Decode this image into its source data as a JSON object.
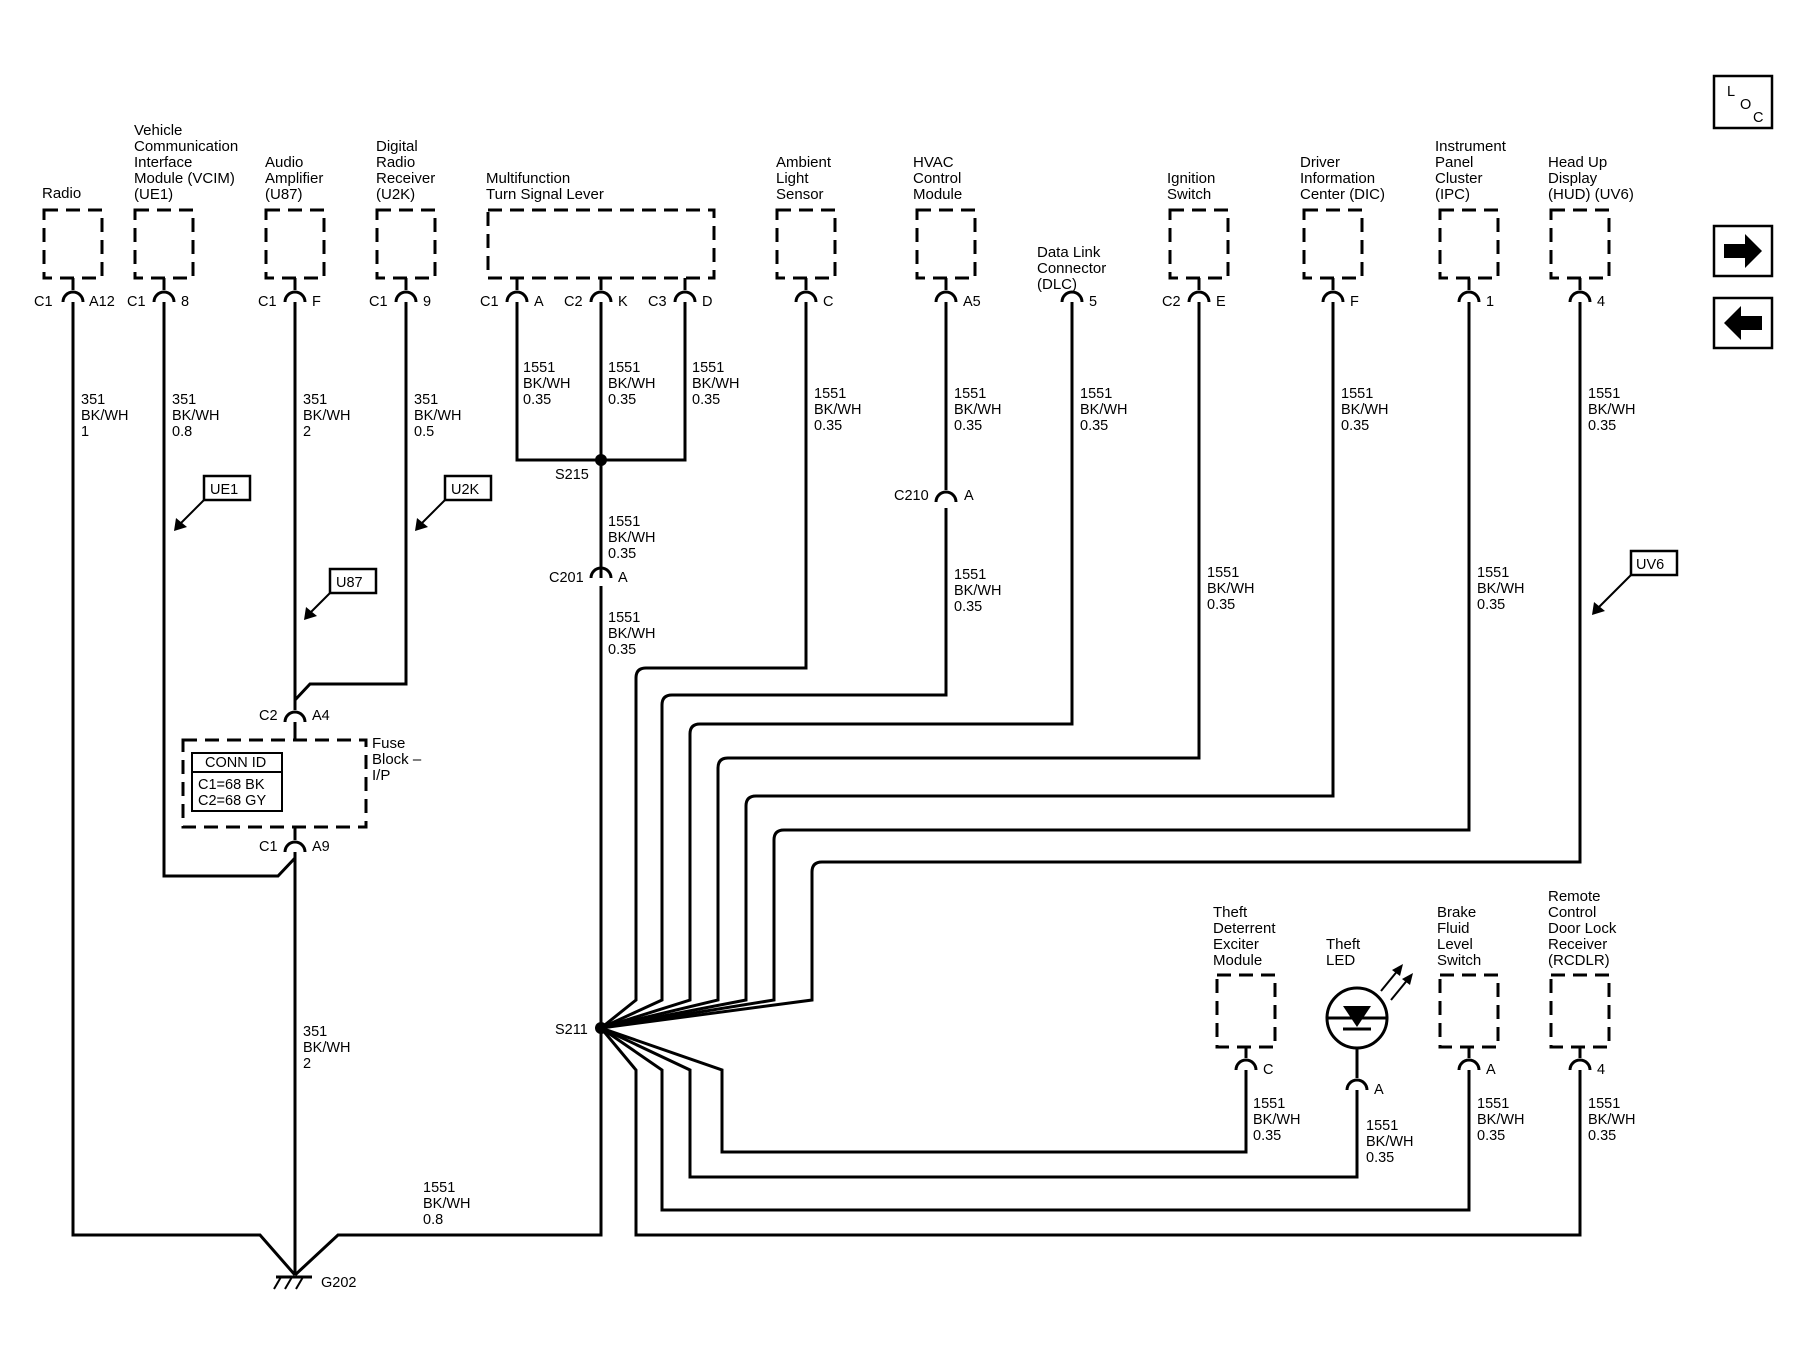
{
  "components": {
    "radio": [
      "Radio"
    ],
    "vcim": [
      "Vehicle",
      "Communication",
      "Interface",
      "Module (VCIM)",
      "(UE1)"
    ],
    "amp": [
      "Audio",
      "Amplifier",
      "(U87)"
    ],
    "drr": [
      "Digital",
      "Radio",
      "Receiver",
      "(U2K)"
    ],
    "mtsl": [
      "Multifunction",
      "Turn Signal Lever"
    ],
    "als": [
      "Ambient",
      "Light",
      "Sensor"
    ],
    "hvac": [
      "HVAC",
      "Control",
      "Module"
    ],
    "dlc": [
      "Data Link",
      "Connector",
      "(DLC)"
    ],
    "ign": [
      "Ignition",
      "Switch"
    ],
    "dic": [
      "Driver",
      "Information",
      "Center (DIC)"
    ],
    "ipc": [
      "Instrument",
      "Panel",
      "Cluster",
      "(IPC)"
    ],
    "hud": [
      "Head Up",
      "Display",
      "(HUD) (UV6)"
    ],
    "tdem": [
      "Theft",
      "Deterrent",
      "Exciter",
      "Module"
    ],
    "led": [
      "Theft",
      "LED"
    ],
    "bfls": [
      "Brake",
      "Fluid",
      "Level",
      "Switch"
    ],
    "rcdlr": [
      "Remote",
      "Control",
      "Door Lock",
      "Receiver",
      "(RCDLR)"
    ],
    "fuse": [
      "Fuse",
      "Block –",
      "I/P"
    ]
  },
  "connectors": {
    "radio": [
      "C1",
      "A12"
    ],
    "vcim": [
      "C1",
      "8"
    ],
    "amp": [
      "C1",
      "F"
    ],
    "drr": [
      "C1",
      "9"
    ],
    "mtsl1": [
      "C1",
      "A"
    ],
    "mtsl2": [
      "C2",
      "K"
    ],
    "mtsl3": [
      "C3",
      "D"
    ],
    "als": [
      "",
      "C"
    ],
    "hvac": [
      "",
      "A5"
    ],
    "dlc": [
      "",
      "5"
    ],
    "ign": [
      "C2",
      "E"
    ],
    "dic": [
      "",
      "F"
    ],
    "ipc": [
      "",
      "1"
    ],
    "hud": [
      "",
      "4"
    ],
    "tdem": [
      "",
      "C"
    ],
    "led": [
      "",
      "A"
    ],
    "bfls": [
      "",
      "A"
    ],
    "rcdlr": [
      "",
      "4"
    ],
    "c201": [
      "C201",
      "A"
    ],
    "c210": [
      "C210",
      "A"
    ],
    "fuse_top": [
      "C2",
      "A4"
    ],
    "fuse_bot": [
      "C1",
      "A9"
    ]
  },
  "wires": {
    "radio": [
      "351",
      "BK/WH",
      "1"
    ],
    "vcim": [
      "351",
      "BK/WH",
      "0.8"
    ],
    "amp": [
      "351",
      "BK/WH",
      "2"
    ],
    "drr": [
      "351",
      "BK/WH",
      "0.5"
    ],
    "mtsl_a": [
      "1551",
      "BK/WH",
      "0.35"
    ],
    "mtsl_k": [
      "1551",
      "BK/WH",
      "0.35"
    ],
    "mtsl_d": [
      "1551",
      "BK/WH",
      "0.35"
    ],
    "s215_c201": [
      "1551",
      "BK/WH",
      "0.35"
    ],
    "c201_s211": [
      "1551",
      "BK/WH",
      "0.35"
    ],
    "als": [
      "1551",
      "BK/WH",
      "0.35"
    ],
    "hvac_top": [
      "1551",
      "BK/WH",
      "0.35"
    ],
    "hvac_bot": [
      "1551",
      "BK/WH",
      "0.35"
    ],
    "dlc": [
      "1551",
      "BK/WH",
      "0.35"
    ],
    "ign": [
      "1551",
      "BK/WH",
      "0.35"
    ],
    "dic": [
      "1551",
      "BK/WH",
      "0.35"
    ],
    "ipc": [
      "1551",
      "BK/WH",
      "0.35"
    ],
    "hud": [
      "1551",
      "BK/WH",
      "0.35"
    ],
    "tdem": [
      "1551",
      "BK/WH",
      "0.35"
    ],
    "led": [
      "1551",
      "BK/WH",
      "0.35"
    ],
    "bfls": [
      "1551",
      "BK/WH",
      "0.35"
    ],
    "rcdlr": [
      "1551",
      "BK/WH",
      "0.35"
    ],
    "ground_main": [
      "351",
      "BK/WH",
      "2"
    ],
    "ground_s211": [
      "1551",
      "BK/WH",
      "0.8"
    ]
  },
  "splices": {
    "s215": "S215",
    "s211": "S211"
  },
  "ground": "G202",
  "options": {
    "ue1": "UE1",
    "u2k": "U2K",
    "u87": "U87",
    "uv6": "UV6"
  },
  "conn_id": {
    "title": "CONN ID",
    "line1": "C1=68 BK",
    "line2": "C2=68 GY"
  },
  "nav": {
    "loc": [
      "L",
      "O",
      "C"
    ],
    "next": "next-arrow-icon",
    "prev": "prev-arrow-icon"
  }
}
